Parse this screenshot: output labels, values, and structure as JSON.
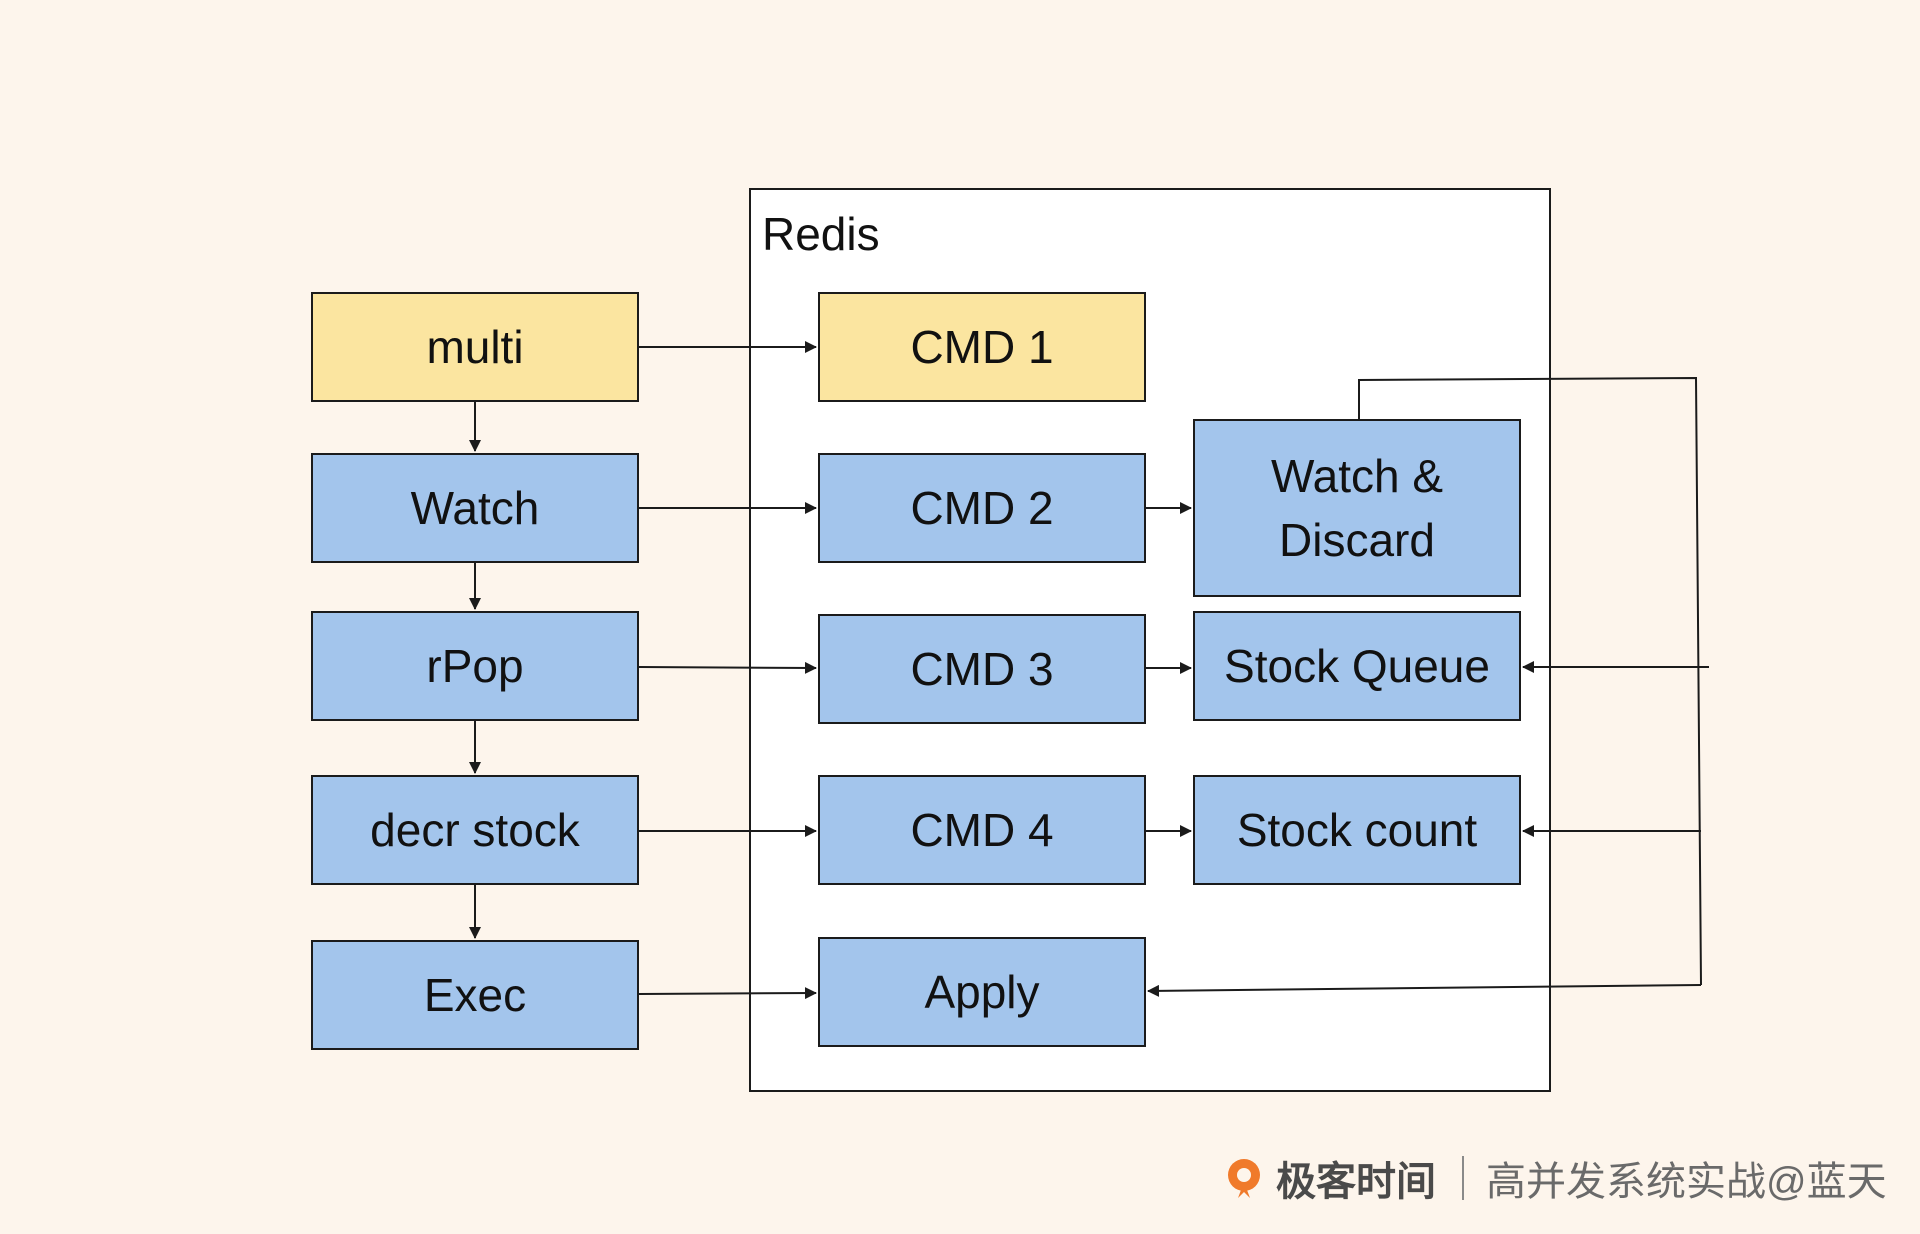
{
  "diagram": {
    "container": {
      "title": "Redis"
    },
    "client_steps": [
      {
        "id": "multi",
        "label": "multi"
      },
      {
        "id": "watch",
        "label": "Watch"
      },
      {
        "id": "rpop",
        "label": "rPop"
      },
      {
        "id": "decr",
        "label": "decr stock"
      },
      {
        "id": "exec",
        "label": "Exec"
      }
    ],
    "redis_commands": [
      {
        "id": "cmd1",
        "label": "CMD 1"
      },
      {
        "id": "cmd2",
        "label": "CMD 2"
      },
      {
        "id": "cmd3",
        "label": "CMD 3"
      },
      {
        "id": "cmd4",
        "label": "CMD 4"
      },
      {
        "id": "apply",
        "label": "Apply"
      }
    ],
    "redis_targets": [
      {
        "id": "watch-discard",
        "label_lines": [
          "Watch &",
          "Discard"
        ]
      },
      {
        "id": "stock-queue",
        "label": "Stock Queue"
      },
      {
        "id": "stock-count",
        "label": "Stock count"
      }
    ],
    "edges": [
      {
        "from": "multi",
        "to": "watch"
      },
      {
        "from": "watch",
        "to": "rpop"
      },
      {
        "from": "rpop",
        "to": "decr"
      },
      {
        "from": "decr",
        "to": "exec"
      },
      {
        "from": "multi",
        "to": "cmd1"
      },
      {
        "from": "watch",
        "to": "cmd2"
      },
      {
        "from": "rpop",
        "to": "cmd3"
      },
      {
        "from": "decr",
        "to": "cmd4"
      },
      {
        "from": "exec",
        "to": "apply"
      },
      {
        "from": "cmd2",
        "to": "watch-discard"
      },
      {
        "from": "cmd3",
        "to": "stock-queue"
      },
      {
        "from": "cmd4",
        "to": "stock-count"
      },
      {
        "from": "watch-discard",
        "to": "stock-queue"
      },
      {
        "from": "watch-discard",
        "to": "stock-count"
      },
      {
        "from": "watch-discard",
        "to": "apply"
      }
    ],
    "colors": {
      "yellow_fill": "#fbe5a0",
      "blue_fill": "#a3c5ec",
      "border": "#1b1b1b",
      "background": "#fdf5ec",
      "container_fill": "#ffffff",
      "logo_orange": "#f07a2b"
    }
  },
  "footer": {
    "logo_icon": "geektime-logo-icon",
    "brand": "极客时间",
    "tagline": "高并发系统实战@蓝天"
  }
}
